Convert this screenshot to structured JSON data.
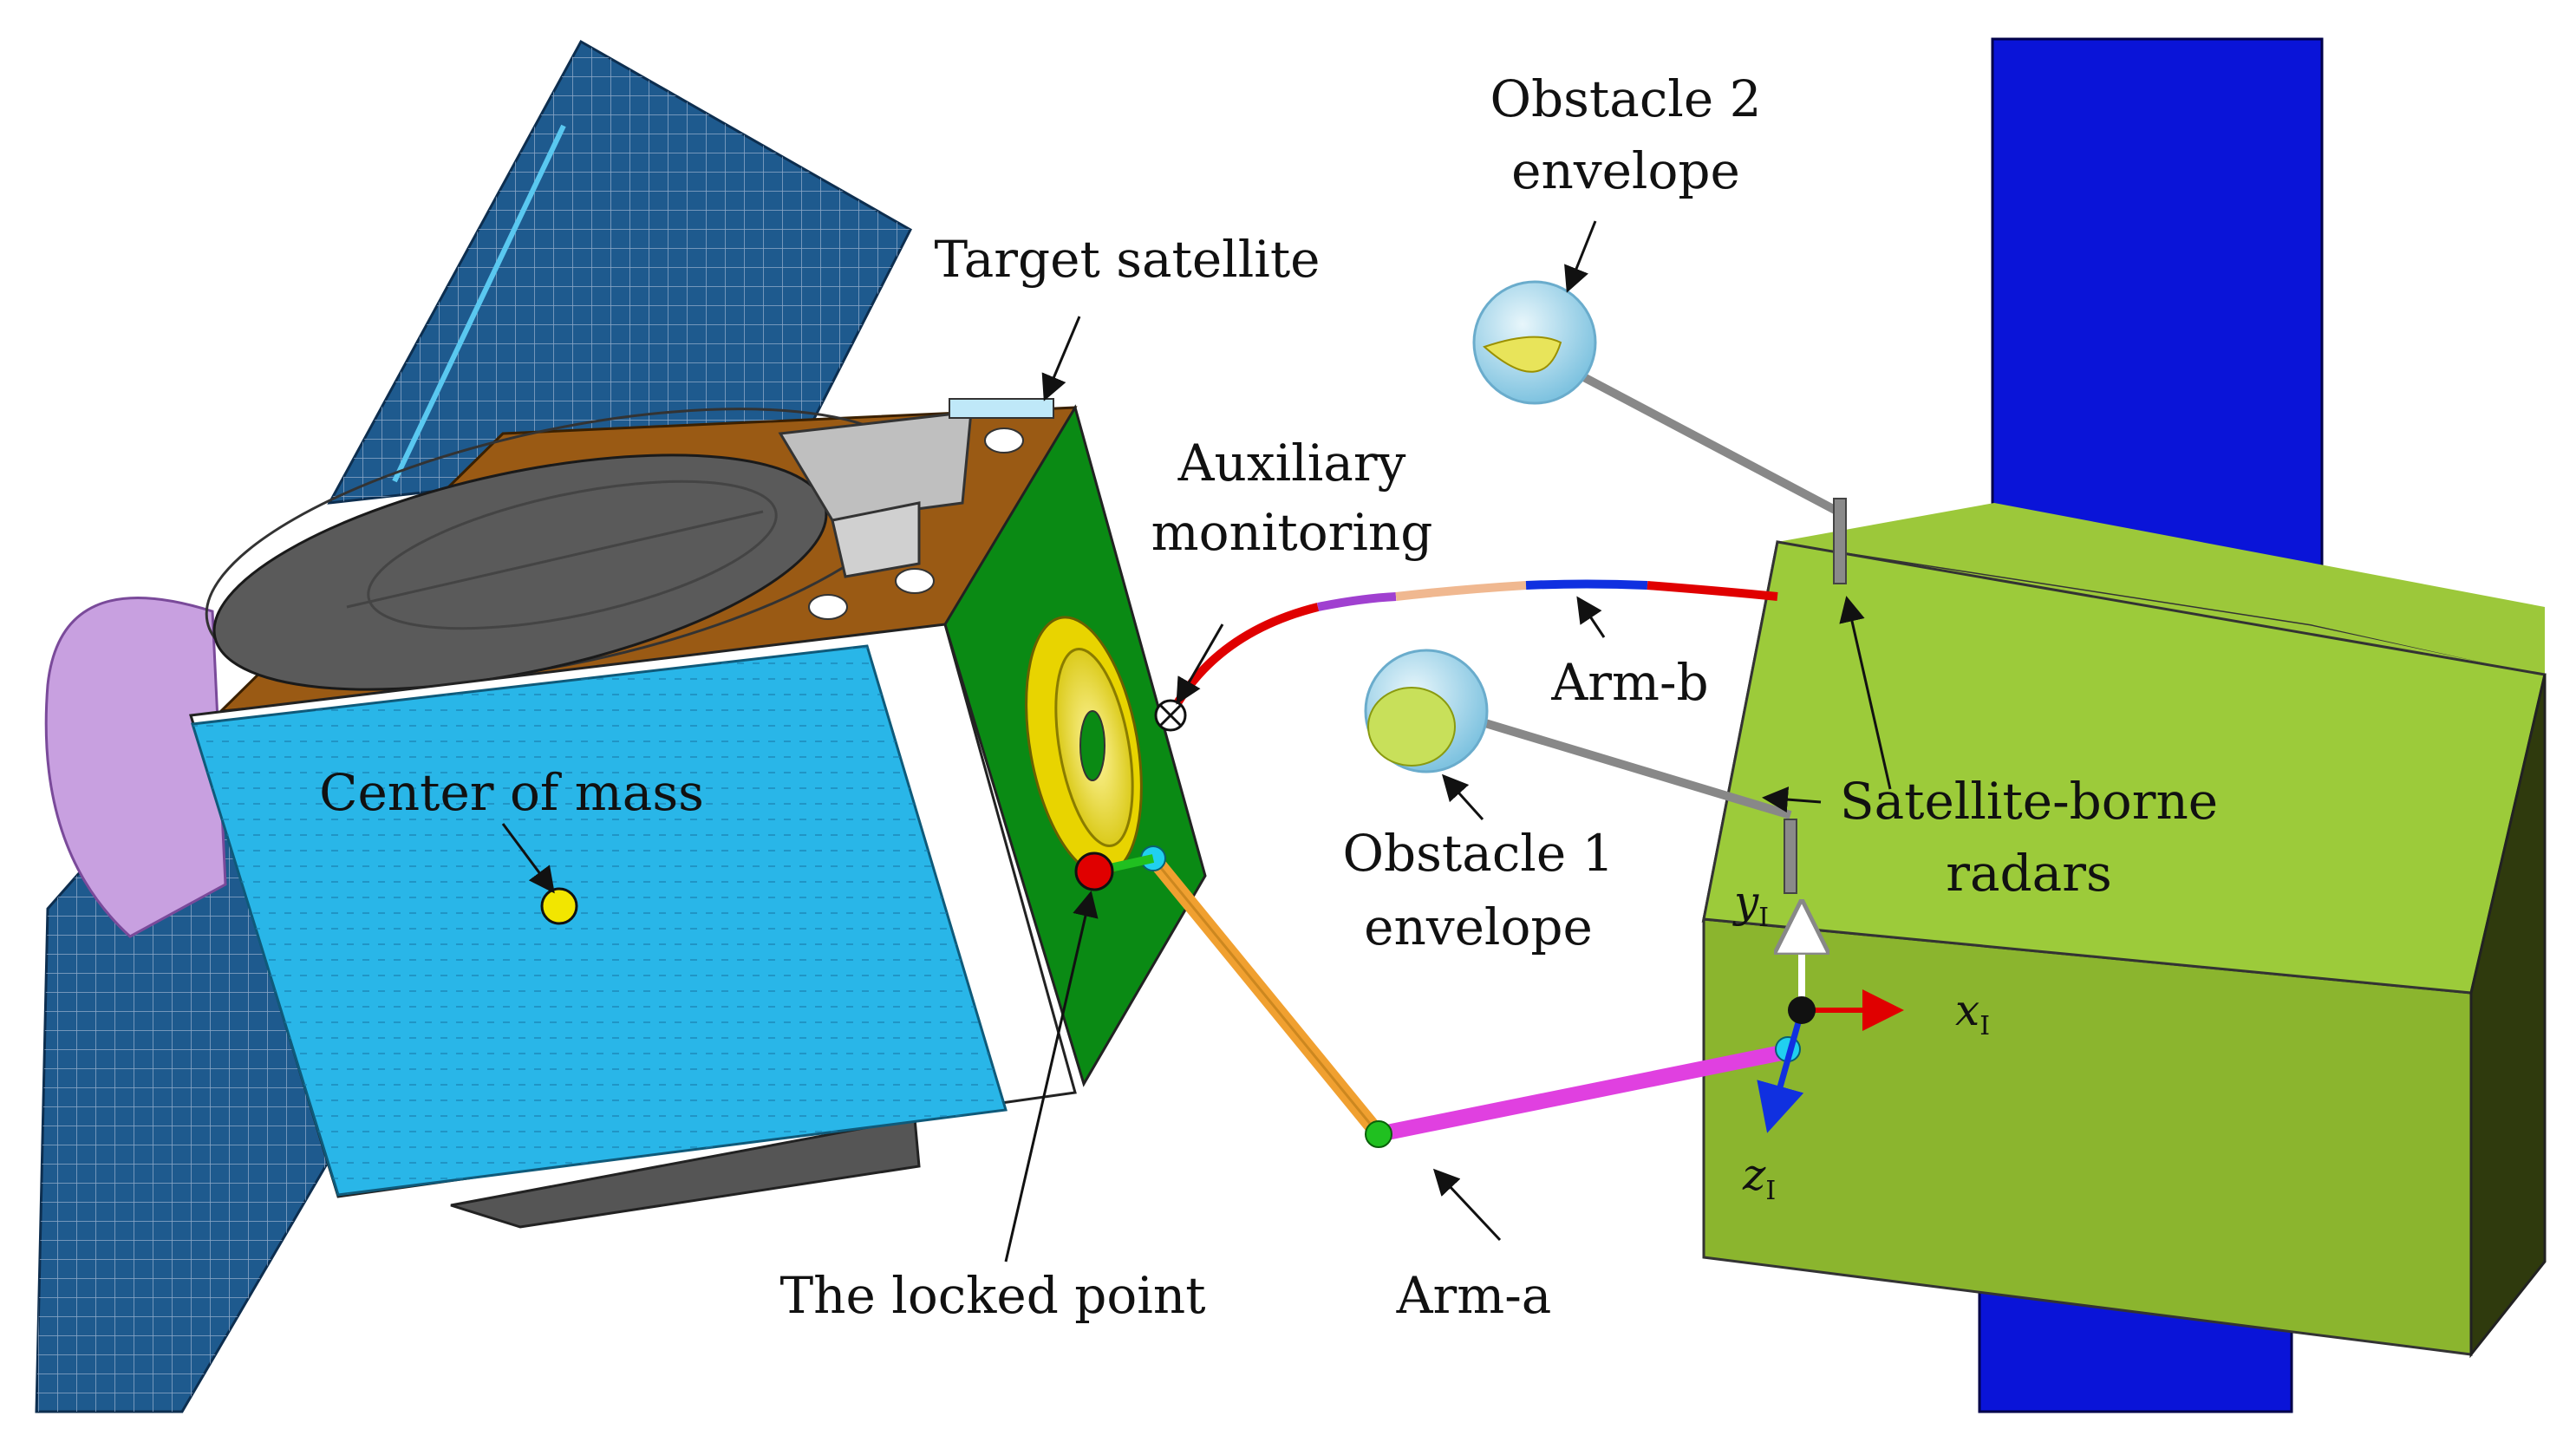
{
  "labels": {
    "target_satellite": "Target satellite",
    "auxiliary_line1": "Auxiliary",
    "auxiliary_line2": "monitoring",
    "center_of_mass": "Center of mass",
    "locked_point": "The locked point",
    "arm_a": "Arm-a",
    "arm_b": "Arm-b",
    "obstacle1_line1": "Obstacle 1",
    "obstacle1_line2": "envelope",
    "obstacle2_line1": "Obstacle 2",
    "obstacle2_line2": "envelope",
    "radars_line1": "Satellite-borne",
    "radars_line2": "radars"
  },
  "axes": {
    "x": {
      "symbol": "x",
      "sub": "I"
    },
    "y": {
      "symbol": "y",
      "sub": "I"
    },
    "z": {
      "symbol": "z",
      "sub": "I"
    }
  },
  "colors": {
    "solar_panel": "#1e5a8e",
    "bus_face": "#29b6e8",
    "green_face": "#0a8a14",
    "top_face": "#9a5a14",
    "antenna_dish": "#5a5a5a",
    "service_box": "#9cc83a",
    "blue_beam": "#0a14d8",
    "arm_a_link1": "#f0a030",
    "arm_a_link2": "#e040e0",
    "center_of_mass": "#f2e600",
    "locked_point": "#e00000",
    "envelope": "#a8d8ec"
  }
}
